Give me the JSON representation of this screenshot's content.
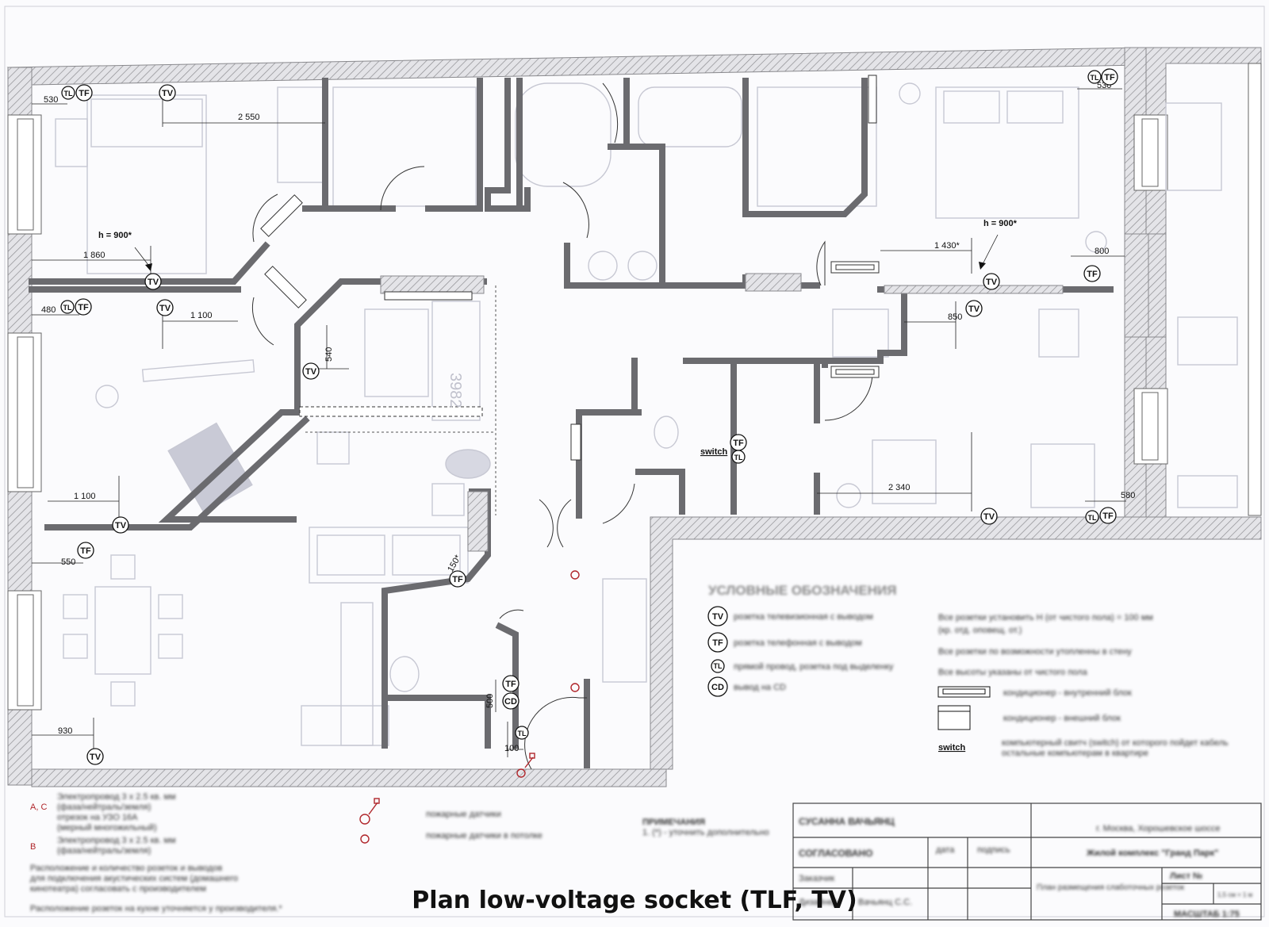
{
  "caption": "Plan low-voltage socket (TLF, TV)",
  "colors": {
    "wall": "#6b6b6f",
    "hatch": "#9a9a9e",
    "furniture": "#c7c8d3",
    "accent_red": "#b0262b"
  },
  "symbols": {
    "tv": "TV",
    "tf": "TF",
    "cd": "CD",
    "tl": "TL"
  },
  "dimensions": {
    "d530_left": "530",
    "d2550": "2 550",
    "d530_right": "530",
    "h900_left": "h = 900*",
    "h900_right": "h = 900*",
    "d1860": "1 860",
    "d1430": "1 430*",
    "d800": "800",
    "d480": "480",
    "d1100_top": "1 100",
    "d540": "540",
    "d850": "850",
    "d1100_mid": "1 100",
    "d2340": "2 340",
    "d580": "580",
    "d550": "550",
    "d150": "150*",
    "d500": "500",
    "d930": "930",
    "d100": "100",
    "room_label": "3982"
  },
  "switch_label": "switch",
  "legend": {
    "title": "УСЛОВНЫЕ ОБОЗНАЧЕНИЯ",
    "tv_text": "розетка телевизионная с выводом",
    "tf_text": "розетка телефонная с выводом",
    "tl_text": "прямой провод, розетка под выделенку",
    "cd_text": "вывод на CD",
    "note1": "Все розетки установить H (от чистого пола) = 100 мм",
    "note1b": "(кр. отд. оповещ. от.)",
    "note2": "Все розетки по возможности утопленны в стену",
    "note3": "Все высоты указаны от чистого пола",
    "ac_inner": "кондиционер - внутренний блок",
    "ac_outer": "кондиционер - внешний блок",
    "switch_text": "компьютерный свитч (switch) от которого пойдет кабель",
    "switch_text2": "остальные компьютерам в квартире"
  },
  "bottom_notes": {
    "ac_label": "A, C",
    "ac_l1": "Электропровод 3 x 2.5 кв. мм",
    "ac_l2": "(фаза/нейтраль/земля)",
    "ac_l3": "отрезок на УЗО 16А",
    "ac_l4": "(мерный многожильный)",
    "b_label": "B",
    "b_l1": "Электропровод 3 x 2.5 кв. мм",
    "b_l2": "(фаза/нейтраль/земля)",
    "p1": "Расположение и количество розеток и выводов",
    "p2": "для подключения акустических систем (домашнего",
    "p3": "кинотеатра) согласовать с производителем",
    "p4": "Расположение розеток на кухне уточняется у производителя.*",
    "smoke1": "пожарные датчики",
    "smoke2": "пожарные датчики в потолке",
    "remark_t": "ПРИМЕЧАНИЯ",
    "remark1": "1. (*) - уточнить дополнительно"
  },
  "title_block": {
    "client": "СУСАННА ВАЧЬЯНЦ",
    "agreed": "СОГЛАСОВАНО",
    "date": "дата",
    "sign": "подпись",
    "address": "г. Москва, Хорошевское шоссе",
    "complex": "Жилой комплекс \"Гранд Парк\"",
    "customer": "Заказчик",
    "designer": "Дизайнер",
    "designer_name": "Вачьянц С.С.",
    "sheet_title": "План размещения слаботочных розеток",
    "sheet": "Лист №",
    "ratio": "1,5 см = 1 м",
    "scale": "МАСШТАБ  1:75"
  }
}
